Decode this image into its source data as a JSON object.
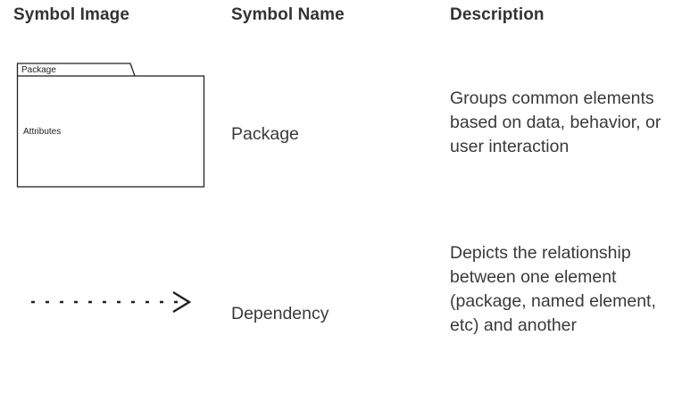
{
  "table": {
    "headers": {
      "image": "Symbol Image",
      "name": "Symbol Name",
      "description": "Description"
    },
    "rows": [
      {
        "symbol": {
          "icon": "uml-package-icon",
          "tab_label": "Package",
          "body_label": "Attributes"
        },
        "name": "Package",
        "description": "Groups common elements based on data, behavior, or user interaction"
      },
      {
        "symbol": {
          "icon": "dashed-arrow-icon"
        },
        "name": "Dependency",
        "description": "Depicts the relationship between one element (package, named element, etc) and another"
      }
    ]
  }
}
